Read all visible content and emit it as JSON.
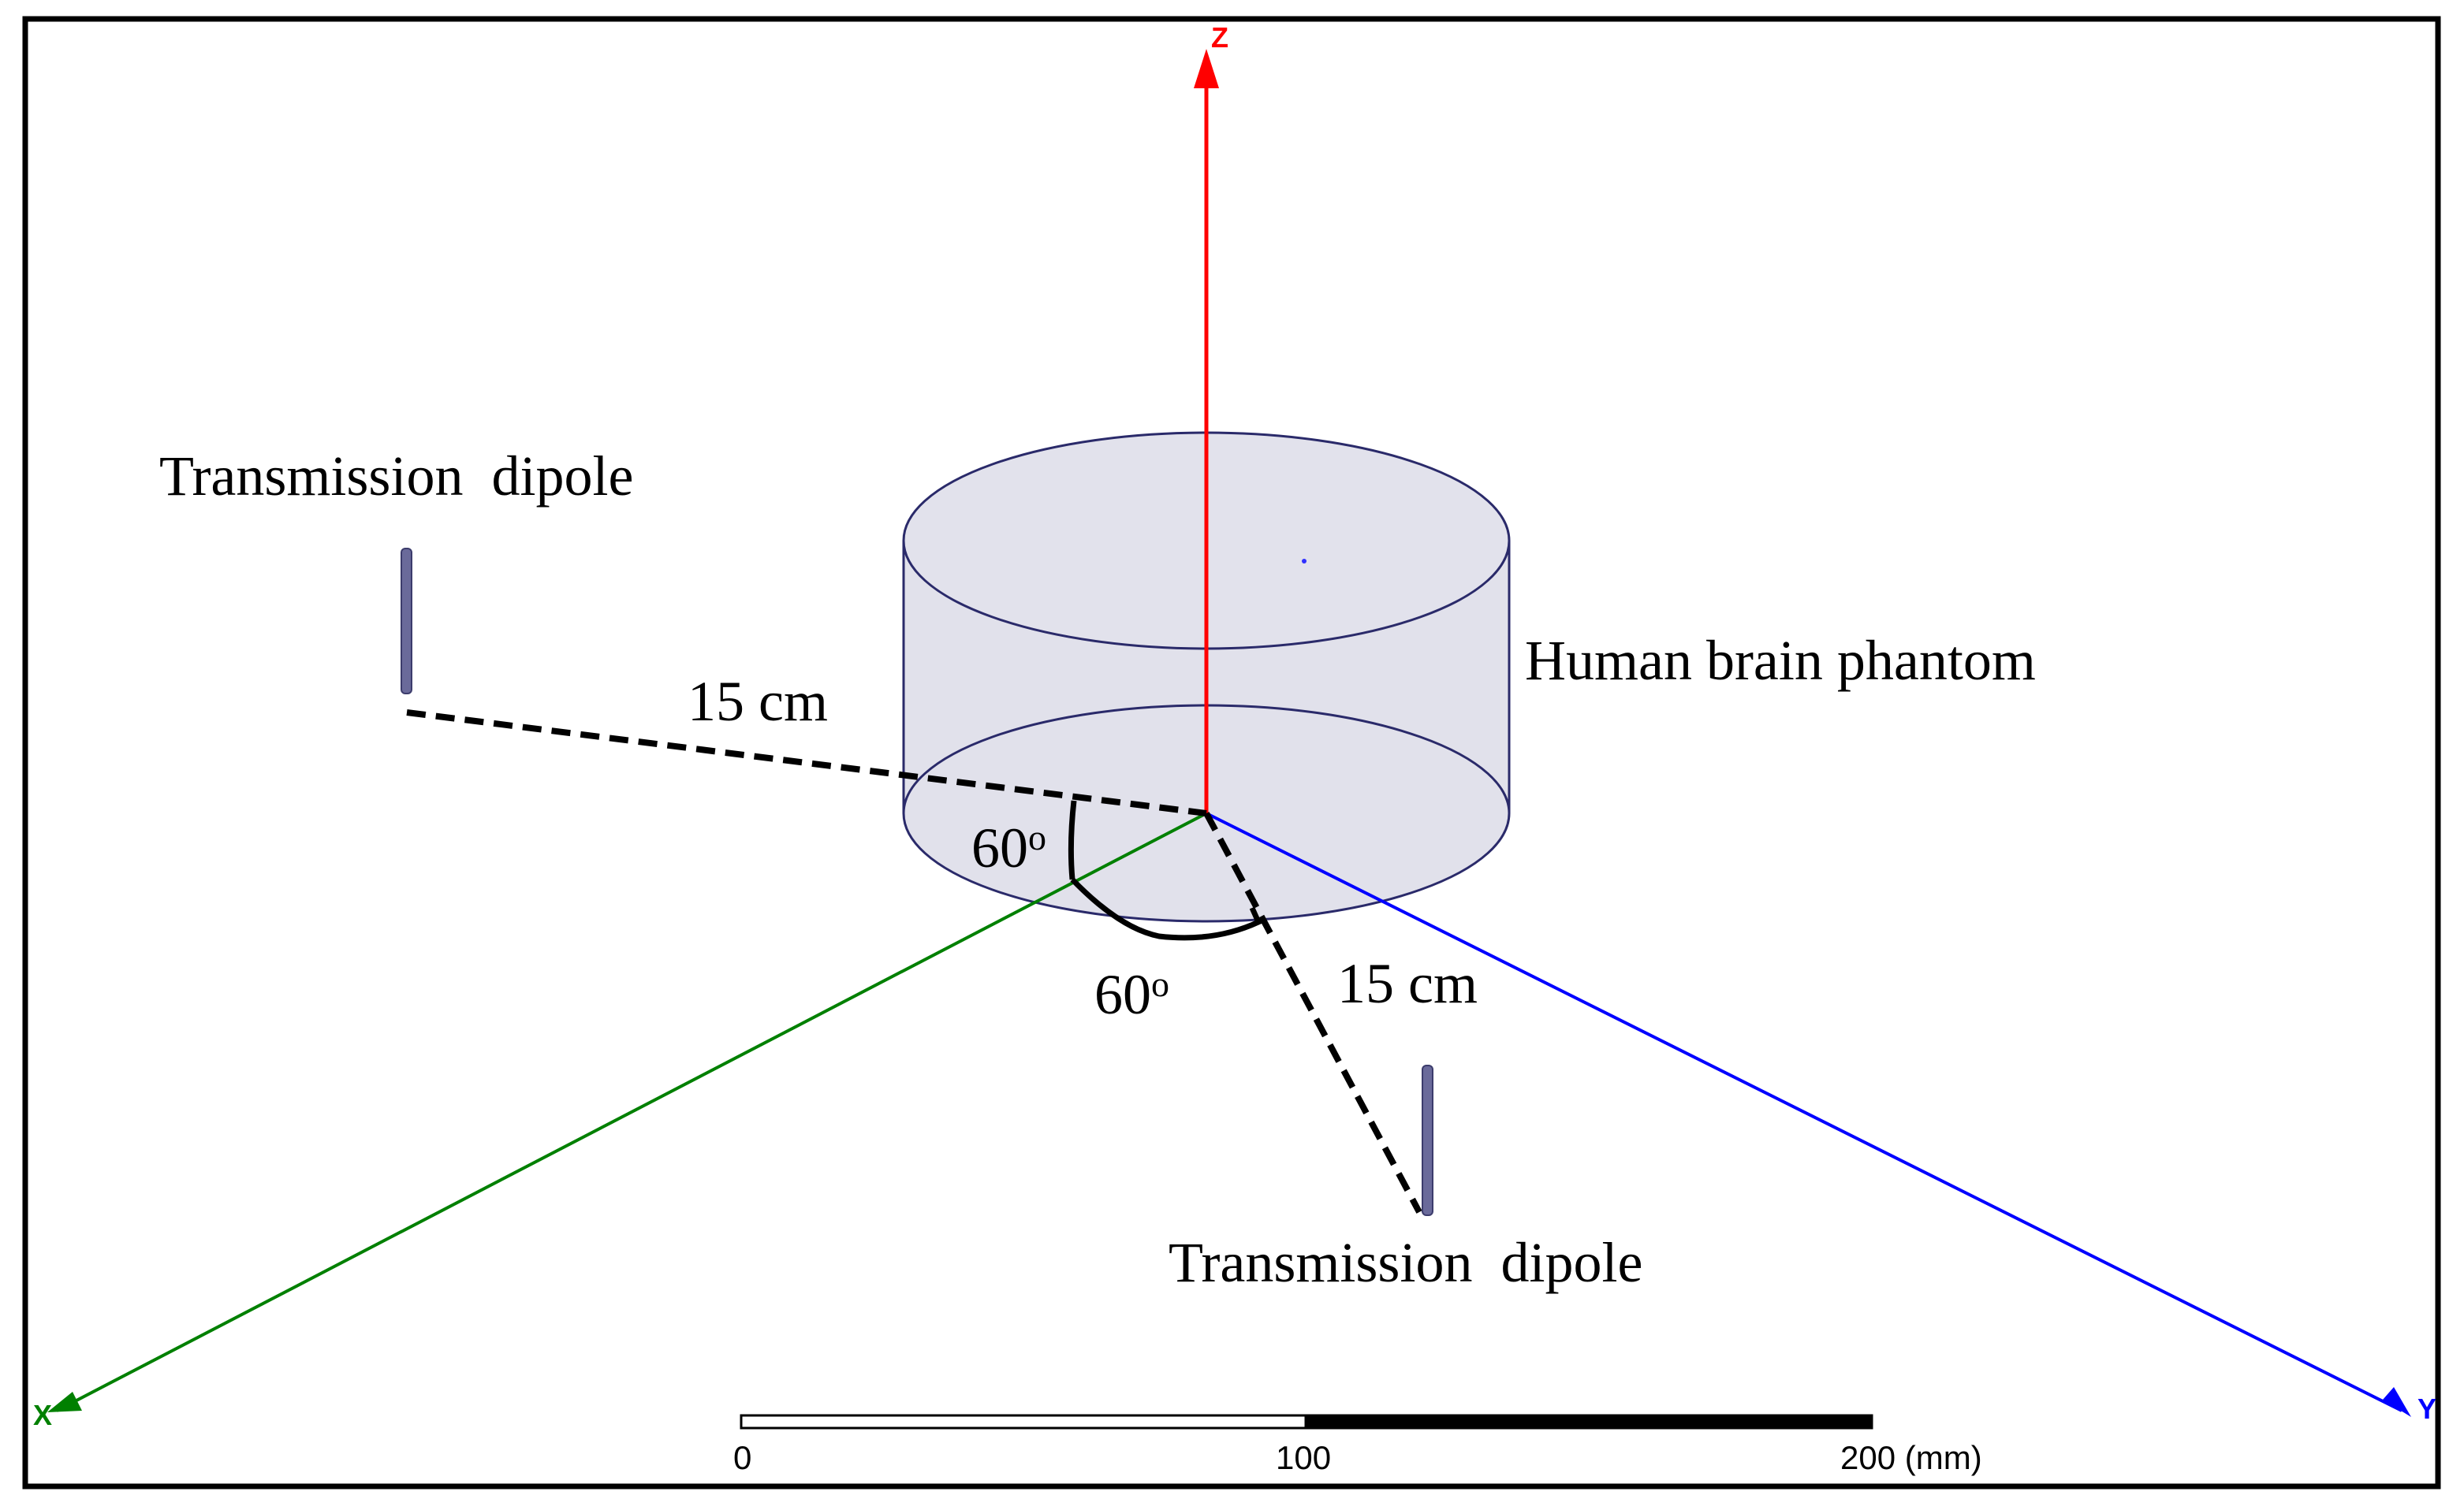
{
  "labels": {
    "dipole_top": "Transmission  dipole",
    "dipole_bottom": "Transmission  dipole",
    "phantom": "Human brain phantom",
    "distance_top": "15 cm",
    "distance_bottom": "15 cm",
    "angle_upper": "60",
    "angle_lower": "60",
    "degree_symbol": "o"
  },
  "axes": {
    "x": {
      "label": "X",
      "color": "#008000"
    },
    "y": {
      "label": "Y",
      "color": "#0000ff"
    },
    "z": {
      "label": "Z",
      "color": "#ff0000"
    }
  },
  "scale_bar": {
    "tick_0": "0",
    "tick_100": "100",
    "tick_200": "200 (mm)"
  },
  "colors": {
    "phantom_fill": "#dcdce8",
    "phantom_stroke": "#2a2a6a",
    "dipole": "#6a6a9a"
  }
}
